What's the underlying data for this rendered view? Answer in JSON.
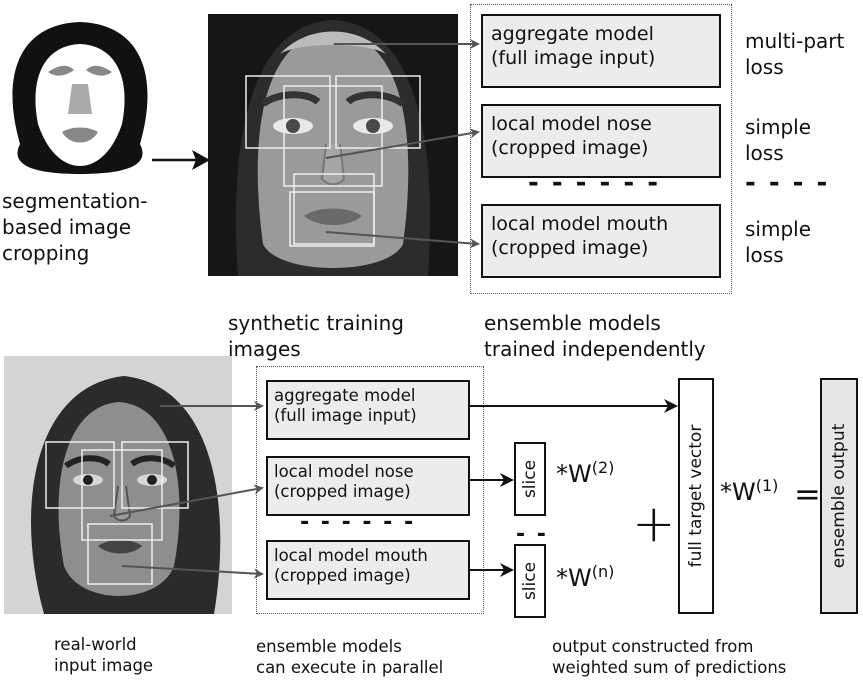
{
  "top": {
    "caption_segmentation": "segmentation-\nbased image\ncropping",
    "caption_synthetic": "synthetic training\nimages",
    "caption_ensemble": "ensemble models\ntrained independently",
    "box_aggregate": "aggregate model\n(full image input)",
    "box_nose": "local model nose\n(cropped image)",
    "box_mouth": "local model mouth\n(cropped image)",
    "loss_aggregate": "multi-part\nloss",
    "loss_nose": "simple\nloss",
    "loss_mouth": "simple\nloss",
    "dashes_models": "- - - - - -",
    "dashes_loss": "- - - -"
  },
  "bottom": {
    "caption_realworld": "real-world\ninput image",
    "caption_parallel": "ensemble models\ncan execute in parallel",
    "caption_output": "output constructed from\nweighted sum of predictions",
    "box_aggregate": "aggregate model\n(full image input)",
    "box_nose": "local model nose\n(cropped image)",
    "box_mouth": "local model mouth\n(cropped image)",
    "dashes_models": "- - - - - -",
    "dashes_slice": "- -",
    "slice_label": "slice",
    "weight_2": "*W",
    "weight_2_sup": "(2)",
    "weight_n": "*W",
    "weight_n_sup": "(n)",
    "plus": "+",
    "full_target": "full target vector",
    "weight_1": "*W",
    "weight_1_sup": "(1)",
    "equals": "=",
    "ensemble_output": "ensemble output"
  }
}
